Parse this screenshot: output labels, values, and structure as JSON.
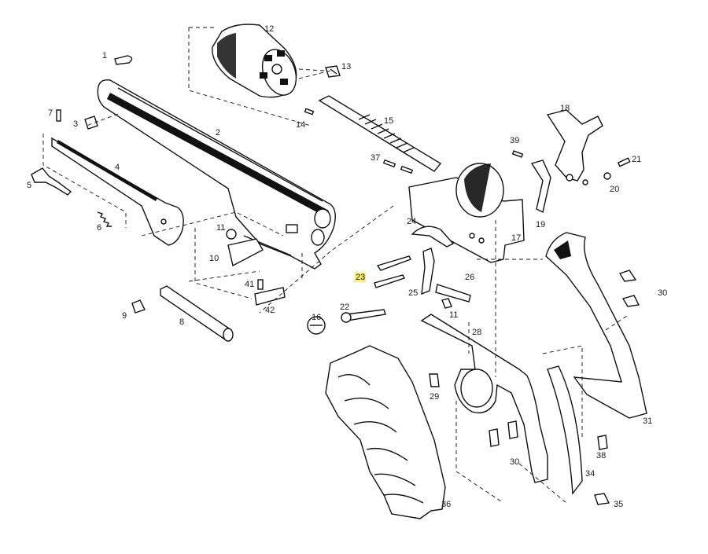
{
  "diagram": {
    "highlight_color": "#fff06a",
    "parts": [
      {
        "id": "p1",
        "label": "1"
      },
      {
        "id": "p2",
        "label": "2"
      },
      {
        "id": "p3",
        "label": "3"
      },
      {
        "id": "p4",
        "label": "4"
      },
      {
        "id": "p5",
        "label": "5"
      },
      {
        "id": "p6",
        "label": "6"
      },
      {
        "id": "p7",
        "label": "7"
      },
      {
        "id": "p8",
        "label": "8"
      },
      {
        "id": "p9",
        "label": "9"
      },
      {
        "id": "p10",
        "label": "10"
      },
      {
        "id": "p11a",
        "label": "11"
      },
      {
        "id": "p11b",
        "label": "11"
      },
      {
        "id": "p12",
        "label": "12"
      },
      {
        "id": "p13",
        "label": "13"
      },
      {
        "id": "p14",
        "label": "14"
      },
      {
        "id": "p15",
        "label": "15"
      },
      {
        "id": "p16",
        "label": "16"
      },
      {
        "id": "p17",
        "label": "17"
      },
      {
        "id": "p18",
        "label": "18"
      },
      {
        "id": "p19",
        "label": "19"
      },
      {
        "id": "p20",
        "label": "20"
      },
      {
        "id": "p21",
        "label": "21"
      },
      {
        "id": "p22",
        "label": "22"
      },
      {
        "id": "p23",
        "label": "23",
        "highlighted": true
      },
      {
        "id": "p24",
        "label": "24"
      },
      {
        "id": "p25",
        "label": "25"
      },
      {
        "id": "p26",
        "label": "26"
      },
      {
        "id": "p28",
        "label": "28"
      },
      {
        "id": "p29",
        "label": "29"
      },
      {
        "id": "p30a",
        "label": "30"
      },
      {
        "id": "p30b",
        "label": "30"
      },
      {
        "id": "p31",
        "label": "31"
      },
      {
        "id": "p34",
        "label": "34"
      },
      {
        "id": "p35",
        "label": "35"
      },
      {
        "id": "p36",
        "label": "36"
      },
      {
        "id": "p37",
        "label": "37"
      },
      {
        "id": "p38",
        "label": "38"
      },
      {
        "id": "p39",
        "label": "39"
      },
      {
        "id": "p41",
        "label": "41"
      },
      {
        "id": "p42",
        "label": "42"
      }
    ]
  }
}
